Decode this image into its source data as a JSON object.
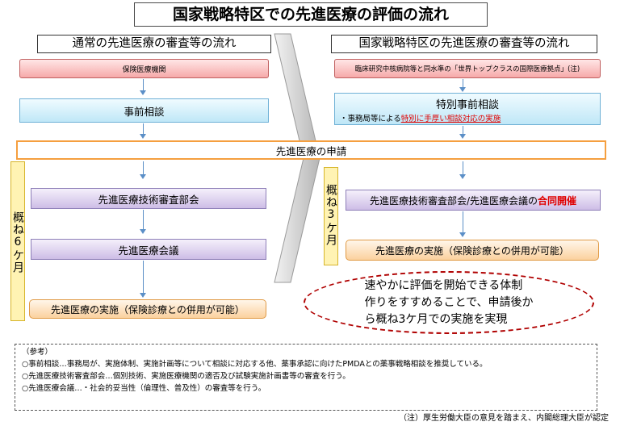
{
  "title": "国家戦略特区での先進医療の評価の流れ",
  "left": {
    "heading": "通常の先進医療の審査等の流れ",
    "step1": "保険医療機関",
    "step2": "事前相談",
    "step3": "先進医療技術審査部会",
    "step4": "先進医療会議",
    "step5": "先進医療の実施（保険診療との併用が可能）",
    "duration": "概ね6ケ月"
  },
  "right": {
    "heading": "国家戦略特区の先進医療の審査等の流れ",
    "step1": "臨床研究中核病院等と同水準の「世界トップクラスの国際医療拠点」(注)",
    "step2_title": "特別事前相談",
    "step2_sub_prefix": "・事務局等による",
    "step2_sub_highlight": "特別に手厚い相談対応の実施",
    "step3_prefix": "先進医療技術審査部会/先進医療会議の",
    "step3_highlight": "合同開催",
    "step4": "先進医療の実施（保険診療との併用が可能）",
    "duration": "概ね3ケ月"
  },
  "common": {
    "application": "先進医療の申請"
  },
  "callout": {
    "line1": "速やかに評価を開始できる体制",
    "line2": "作りをすすめることで、申請後か",
    "line3": "ら概ね3ケ月での実施を実現"
  },
  "notes": {
    "header": "（参考）",
    "line1": "○事前相談…事務局が、実施体制、実施計画等について相談に対応する他、薬事承認に向けたPMDAとの薬事戦略相談を推奨している。",
    "line2": "○先進医療技術審査部会…個別技術、実施医療機関の適否及び試験実施計画書等の審査を行う。",
    "line3": "○先進医療会議…・社会的妥当性（倫理性、普及性）の審査等を行う。"
  },
  "footnote": "（注）厚生労働大臣の意見を踏まえ、内閣総理大臣が認定",
  "colors": {
    "application_border": "#f59f3f",
    "highlight_red": "#e00000",
    "callout_border": "#b00000"
  }
}
